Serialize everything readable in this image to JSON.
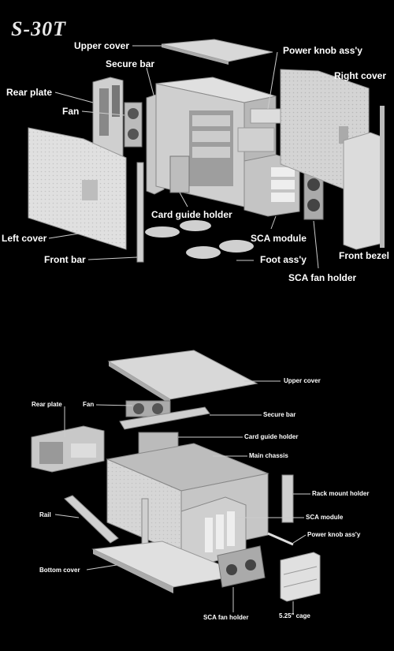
{
  "title": "S-30T",
  "top_labels": {
    "upper_cover": "Upper cover",
    "power_knob": "Power knob ass'y",
    "secure_bar": "Secure bar",
    "right_cover": "Right cover",
    "rear_plate": "Rear plate",
    "fan": "Fan",
    "card_guide_holder": "Card guide holder",
    "left_cover": "Left cover",
    "sca_module": "SCA module",
    "front_bezel": "Front bezel",
    "front_bar": "Front bar",
    "foot_assy": "Foot ass'y",
    "sca_fan_holder": "SCA fan holder"
  },
  "bottom_labels": {
    "upper_cover": "Upper cover",
    "rear_plate": "Rear plate",
    "fan": "Fan",
    "secure_bar": "Secure bar",
    "card_guide_holder": "Card guide holder",
    "main_chassis": "Main chassis",
    "rack_mount_holder": "Rack mount holder",
    "rail": "Rail",
    "sca_module": "SCA module",
    "power_knob": "Power knob ass'y",
    "bottom_cover": "Bottom cover",
    "sca_fan_holder": "SCA fan holder",
    "cage": "5.25\" cage"
  }
}
